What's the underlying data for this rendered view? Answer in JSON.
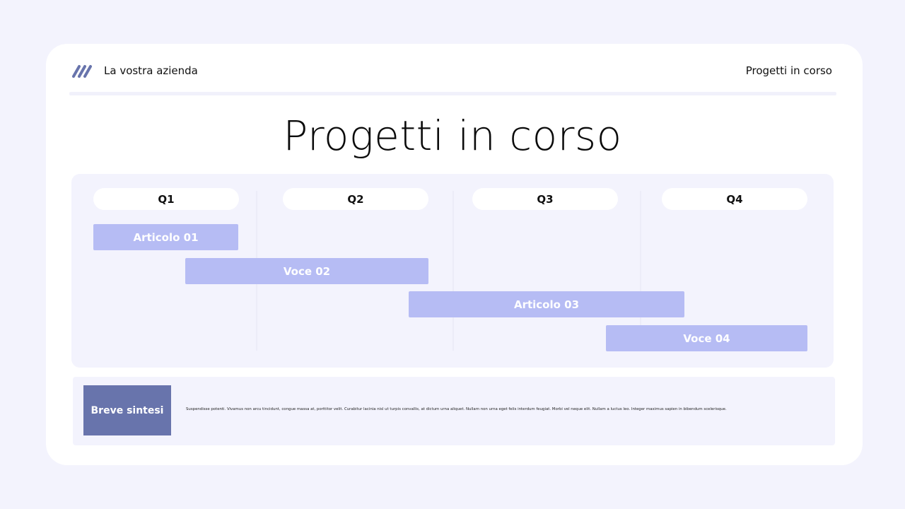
{
  "header": {
    "company": "La vostra azienda",
    "right_title": "Progetti in corso",
    "logo_icon": "zigzag-logo-icon"
  },
  "title": "Progetti in corso",
  "gantt": {
    "quarters": [
      "Q1",
      "Q2",
      "Q3",
      "Q4"
    ],
    "tasks": [
      {
        "label": "Articolo 01"
      },
      {
        "label": "Voce 02"
      },
      {
        "label": "Articolo 03"
      },
      {
        "label": "Voce 04"
      }
    ]
  },
  "summary": {
    "label": "Breve sintesi",
    "text": "Suspendisse potenti. Vivamus non arcu tincidunt, congue massa at, porttitor velit. Curabitur lacinia nisl ut turpis convallis, at dictum urna aliquet. Nullam non urna eget felis interdum feugiat. Morbi vel neque elit. Nullam a luctus leo. Integer maximus sapien in bibendum scelerisque."
  },
  "colors": {
    "background": "#f3f3fd",
    "bar": "#b6bcf4",
    "summary_label": "#6874ac",
    "logo": "#6874ac"
  }
}
